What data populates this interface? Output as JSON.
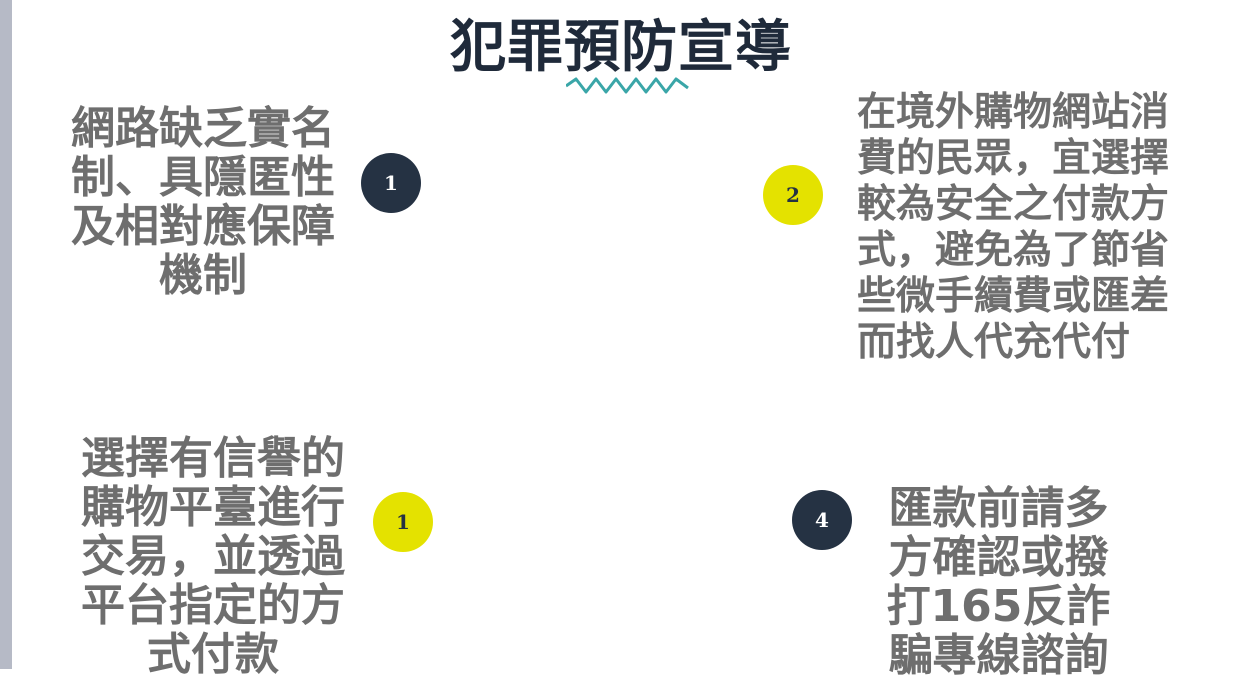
{
  "title": "犯罪預防宣導",
  "colors": {
    "dark": "#253243",
    "yellow": "#e4e200",
    "wave": "#3aa6a8",
    "text": "#6e6e6e"
  },
  "items": [
    {
      "badge": "1",
      "text": "網路缺乏實名\n制、具隱匿性\n及相對應保障\n機制"
    },
    {
      "badge": "2",
      "text": "在境外購物網站消\n費的民眾，宜選擇\n較為安全之付款方\n式，避免為了節省\n些微手續費或匯差\n而找人代充代付"
    },
    {
      "badge": "1",
      "text": "選擇有信譽的\n購物平臺進行\n交易，並透過\n平台指定的方\n式付款"
    },
    {
      "badge": "4",
      "text": "匯款前請多\n方確認或撥\n打165反詐\n騙專線諮詢"
    }
  ]
}
